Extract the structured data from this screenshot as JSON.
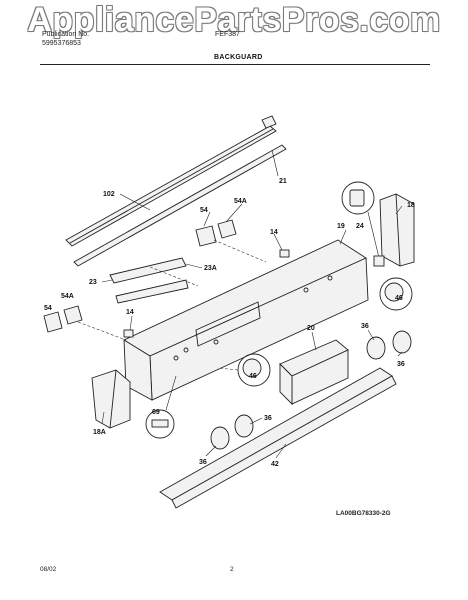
{
  "watermark": "AppliancePartsPros.com",
  "header": {
    "publication_label": "Publication No.",
    "publication_number": "5995376853",
    "model": "FEF387",
    "section": "BACKGUARD"
  },
  "footer": {
    "date": "08/02",
    "page": "2"
  },
  "diagram_code": "LA00BG78330-2G",
  "callouts": {
    "c102": "102",
    "c21": "21",
    "c54a_top": "54A",
    "c54_top": "54",
    "c14_top": "14",
    "c19": "19",
    "c18": "18",
    "c24": "24",
    "c46_right": "46",
    "c23": "23",
    "c23a": "23A",
    "c54_left": "54",
    "c54a_left": "54A",
    "c14_left": "14",
    "c20": "20",
    "c36_a": "36",
    "c36_b": "36",
    "c36_c": "36",
    "c36_d": "36",
    "c46_center": "46",
    "c69": "69",
    "c18a": "18A",
    "c42": "42"
  }
}
